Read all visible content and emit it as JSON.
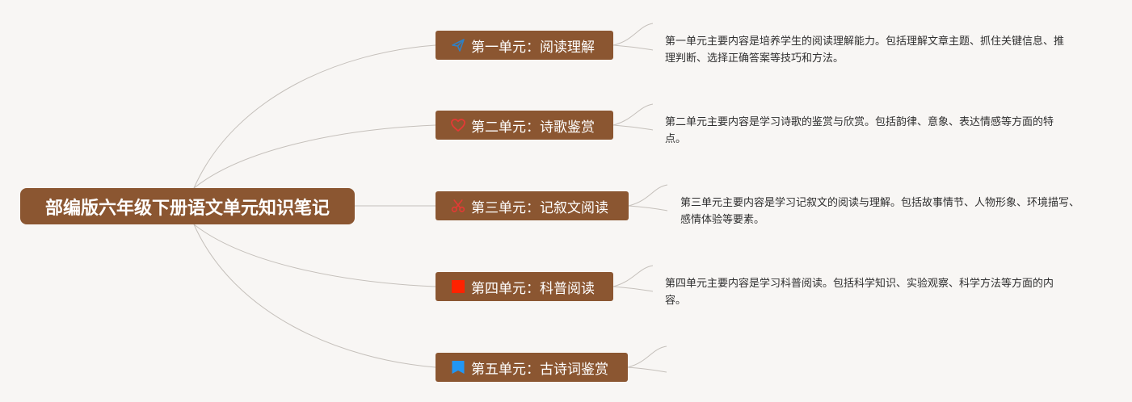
{
  "root": {
    "title": "部编版六年级下册语文单元知识笔记"
  },
  "branches": [
    {
      "label": "第一单元：阅读理解",
      "icon": "paper-plane-icon",
      "icon_color": "#2f80c4",
      "note": "第一单元主要内容是培养学生的阅读理解能力。包括理解文章主题、抓住关键信息、推理判断、选择正确答案等技巧和方法。"
    },
    {
      "label": "第二单元：诗歌鉴赏",
      "icon": "heart-icon",
      "icon_color": "#e53935",
      "note": "第二单元主要内容是学习诗歌的鉴赏与欣赏。包括韵律、意象、表达情感等方面的特点。"
    },
    {
      "label": "第三单元：记叙文阅读",
      "icon": "scissors-icon",
      "icon_color": "#e53935",
      "note": "第三单元主要内容是学习记叙文的阅读与理解。包括故事情节、人物形象、环境描写、感情体验等要素。"
    },
    {
      "label": "第四单元：科普阅读",
      "icon": "red-square-icon",
      "icon_color": "#ff2200",
      "note": "第四单元主要内容是学习科普阅读。包括科学知识、实验观察、科学方法等方面的内容。"
    },
    {
      "label": "第五单元：古诗词鉴赏",
      "icon": "blue-flag-icon",
      "icon_color": "#2196f3",
      "note": ""
    }
  ]
}
